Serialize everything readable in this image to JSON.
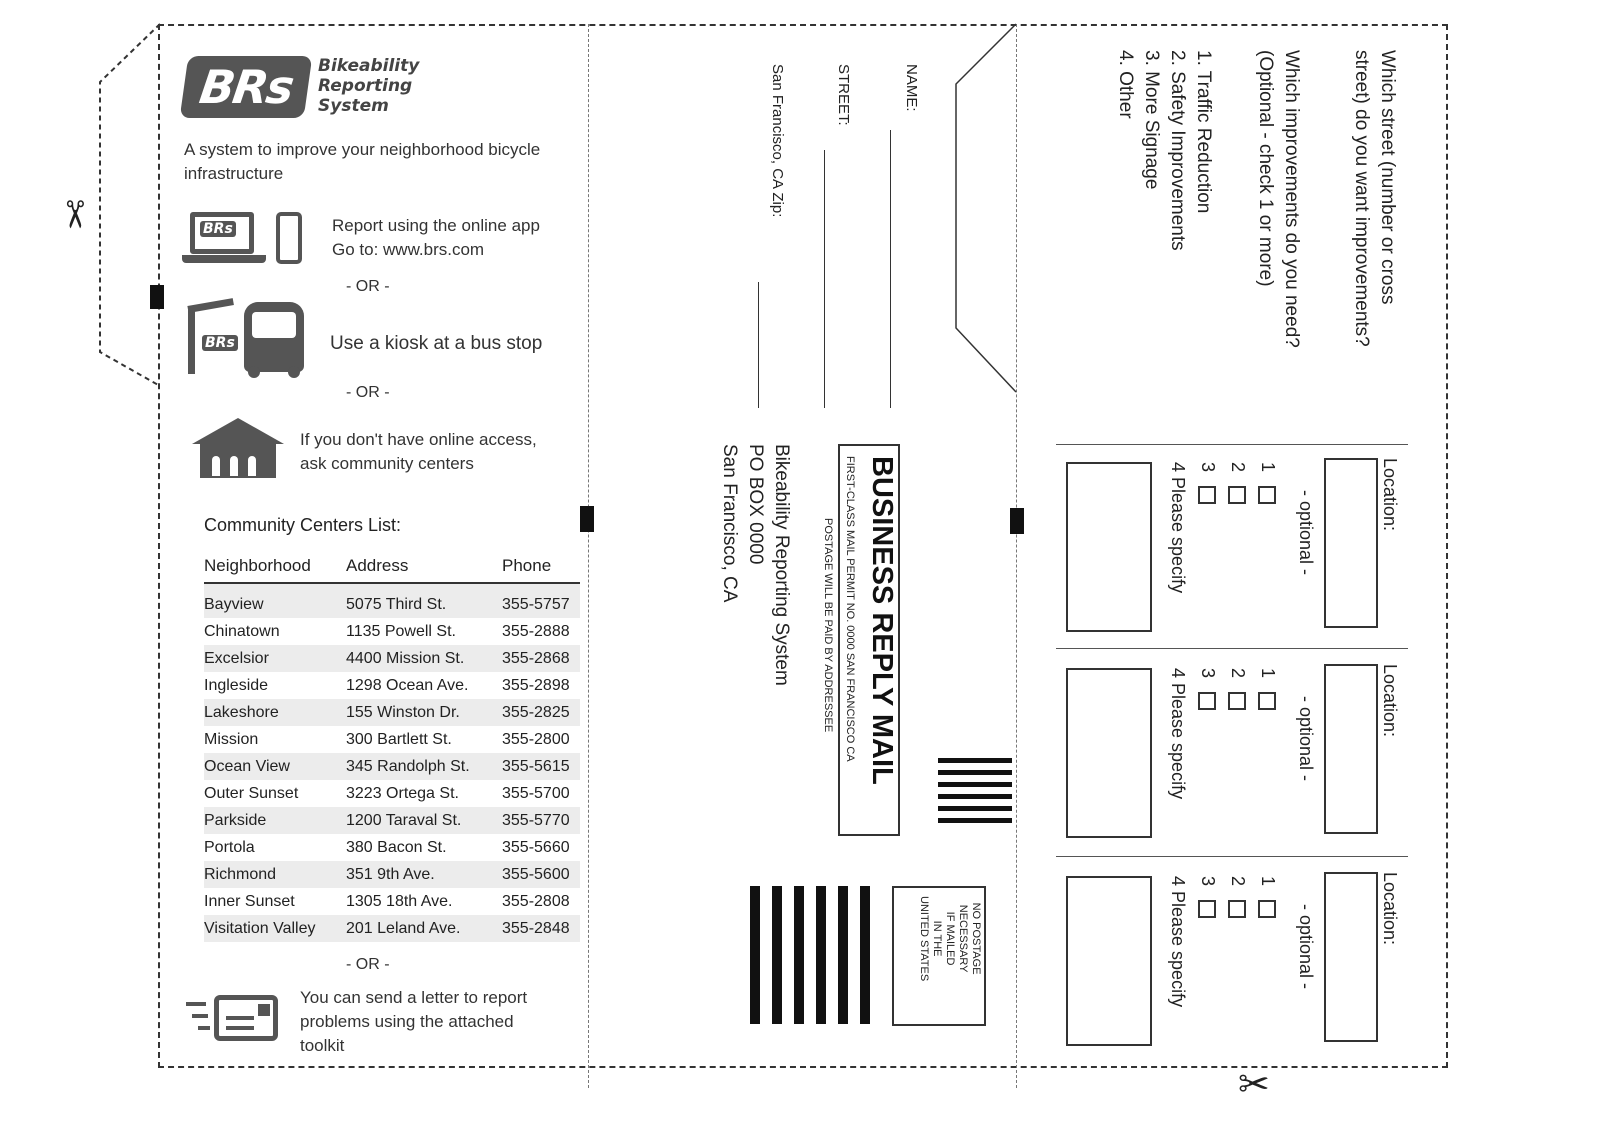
{
  "logo": {
    "mark": "BRs",
    "name_line1": "Bikeability",
    "name_line2": "Reporting",
    "name_line3": "System"
  },
  "tagline": "A system to improve your neighborhood bicycle infrastructure",
  "steps": {
    "online_line1": "Report using the online app",
    "online_line2": "Go to: www.brs.com",
    "or_text": "- OR -",
    "kiosk": "Use a kiosk at a bus stop",
    "community_line1": "If you don't have online access,",
    "community_line2": "ask community centers",
    "letter_line1": "You can send a letter to report",
    "letter_line2": "problems using the attached",
    "letter_line3": "toolkit"
  },
  "community": {
    "title": "Community Centers List:",
    "headers": [
      "Neighborhood",
      "Address",
      "Phone"
    ],
    "rows": [
      [
        "Bayview",
        "5075 Third St.",
        "355-5757"
      ],
      [
        "Chinatown",
        "1135 Powell St.",
        "355-2888"
      ],
      [
        "Excelsior",
        "4400 Mission St.",
        "355-2868"
      ],
      [
        "Ingleside",
        "1298 Ocean Ave.",
        "355-2898"
      ],
      [
        "Lakeshore",
        "155 Winston Dr.",
        "355-2825"
      ],
      [
        "Mission",
        "300 Bartlett St.",
        "355-2800"
      ],
      [
        "Ocean View",
        "345 Randolph St.",
        "355-5615"
      ],
      [
        "Outer Sunset",
        "3223 Ortega St.",
        "355-5700"
      ],
      [
        "Parkside",
        "1200 Taraval St.",
        "355-5770"
      ],
      [
        "Portola",
        "380 Bacon St.",
        "355-5660"
      ],
      [
        "Richmond",
        "351 9th Ave.",
        "355-5600"
      ],
      [
        "Inner Sunset",
        "1305 18th Ave.",
        "355-2808"
      ],
      [
        "Visitation Valley",
        "201 Leland Ave.",
        "355-2848"
      ]
    ]
  },
  "mail": {
    "name_label": "NAME:",
    "street_label": "STREET:",
    "city_label": "San Francisco, CA  Zip:",
    "brm_title": "BUSINESS REPLY MAIL",
    "brm_permit": "FIRST-CLASS MAIL PERMIT NO. 0000  SAN FRANCISCO CA",
    "brm_postage": "POSTAGE WILL BE PAID BY ADDRESSEE",
    "addr_line1": "Bikeability Reporting System",
    "addr_line2": "PO BOX 0000",
    "addr_line3": "San Francisco, CA",
    "np_line1": "NO POSTAGE",
    "np_line2": "NECESSARY",
    "np_line3": "IF MAILED",
    "np_line4": "IN THE",
    "np_line5": "UNITED STATES"
  },
  "form": {
    "q1_line1": "Which street (number or cross",
    "q1_line2": "street) do you want improvements?",
    "q2_line1": "Which improvements do you need?",
    "q2_line2": "(Optional - check 1 or more)",
    "opt1": "1. Traffic Reduction",
    "opt2": "2. Safety Improvements",
    "opt3": "3. More Signage",
    "opt4": "4. Other",
    "location_label": "Location:",
    "optional_label": "- optional -",
    "cb1": "1",
    "cb2": "2",
    "cb3": "3",
    "cb4": "4  Please specify"
  }
}
